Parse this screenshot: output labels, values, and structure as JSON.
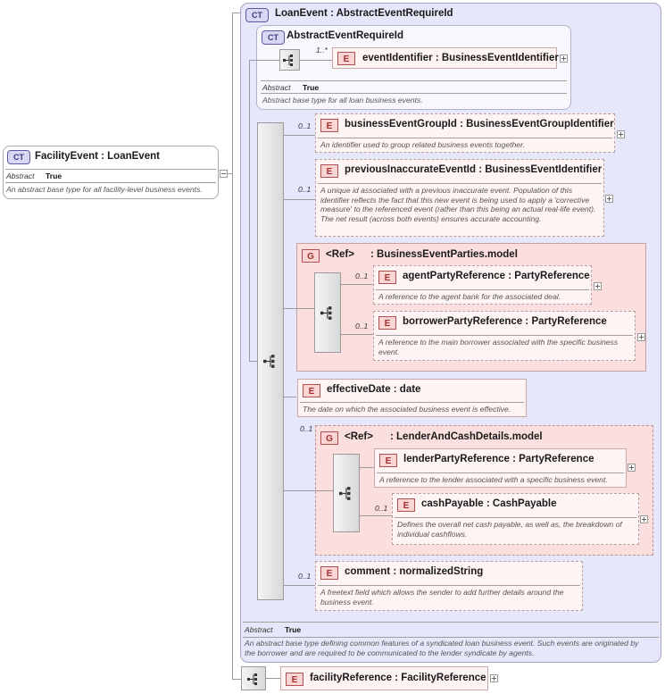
{
  "facility_event": {
    "badge": "CT",
    "title": "FacilityEvent : LoanEvent",
    "abstract_label": "Abstract",
    "abstract_value": "True",
    "description": "An abstract base type for all facility-level business events."
  },
  "loan_event": {
    "badge": "CT",
    "title": "LoanEvent : AbstractEventRequireId",
    "abstract_label": "Abstract",
    "abstract_value": "True",
    "description": "An abstract base type defining common features of a syndicated loan business event. Such events are originated by the borrower and are required to be communicated to the lender syndicate by agents."
  },
  "abstract_event_require_id": {
    "badge": "CT",
    "title": "AbstractEventRequireId",
    "abstract_label": "Abstract",
    "abstract_value": "True",
    "description": "Abstract base type for all loan business events.",
    "element": {
      "badge": "E",
      "title": "eventIdentifier : BusinessEventIdentifier",
      "cardinality": "1..*"
    }
  },
  "elements": {
    "business_event_group_id": {
      "badge": "E",
      "cardinality": "0..1",
      "title": "businessEventGroupId : BusinessEventGroupIdentifier",
      "description": "An identifier used to group related business events together."
    },
    "previous_inaccurate_event_id": {
      "badge": "E",
      "cardinality": "0..1",
      "title": "previousInaccurateEventId : BusinessEventIdentifier",
      "description": "A unique id associated with a previous inaccurate event. Population of this identifier reflects the fact that this new event is being used to apply a 'corrective measure' to the referenced event (rather than this being an actual real-life event). The net result (across both events) ensures accurate accounting."
    },
    "effective_date": {
      "badge": "E",
      "title": "effectiveDate : date",
      "description": "The date on which the associated business event is effective."
    },
    "comment": {
      "badge": "E",
      "cardinality": "0..1",
      "title": "comment : normalizedString",
      "description": "A freetext field which allows the sender to add further details around the business event."
    },
    "facility_reference": {
      "badge": "E",
      "title": "facilityReference : FacilityReference"
    }
  },
  "business_event_parties": {
    "badge": "G",
    "ref_label": "<Ref>",
    "title": ": BusinessEventParties.model",
    "agent": {
      "badge": "E",
      "cardinality": "0..1",
      "title": "agentPartyReference : PartyReference",
      "description": "A reference to the agent bank for the associated deal."
    },
    "borrower": {
      "badge": "E",
      "cardinality": "0..1",
      "title": "borrowerPartyReference : PartyReference",
      "description": "A reference to the main borrower associated with the specific business event."
    }
  },
  "lender_and_cash": {
    "badge": "G",
    "cardinality": "0..1",
    "ref_label": "<Ref>",
    "title": ": LenderAndCashDetails.model",
    "lender": {
      "badge": "E",
      "title": "lenderPartyReference : PartyReference",
      "description": "A reference to the lender associated with a specific business event."
    },
    "cash": {
      "badge": "E",
      "cardinality": "0..1",
      "title": "cashPayable : CashPayable",
      "description": "Defines the overall net cash payable, as well as, the breakdown of individual cashflows."
    }
  }
}
